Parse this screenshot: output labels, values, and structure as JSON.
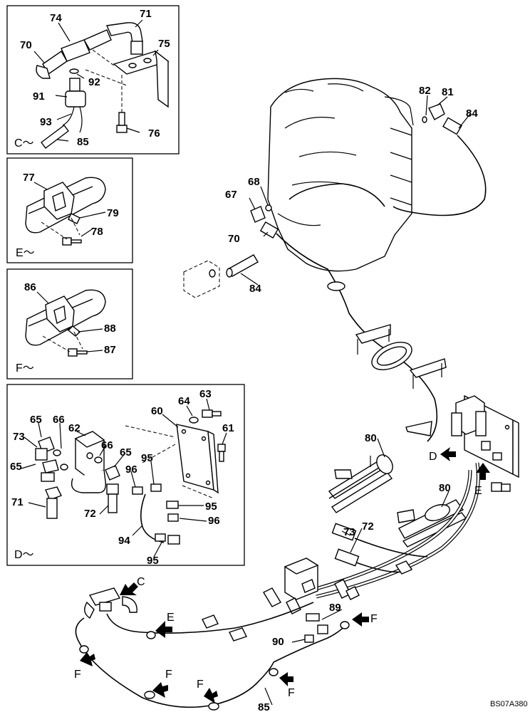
{
  "diagram_code": "BS07A380",
  "inset_c": {
    "label": "C～",
    "part_numbers": [
      "74",
      "71",
      "70",
      "75",
      "92",
      "91",
      "93",
      "76",
      "85"
    ]
  },
  "inset_e": {
    "label": "E～",
    "part_numbers": [
      "77",
      "79",
      "78"
    ]
  },
  "inset_f": {
    "label": "F～",
    "part_numbers": [
      "86",
      "88",
      "87"
    ]
  },
  "inset_d": {
    "label": "D～",
    "part_numbers": [
      "63",
      "64",
      "60",
      "61",
      "65",
      "66",
      "62",
      "66",
      "73",
      "65",
      "95",
      "65",
      "96",
      "71",
      "72",
      "95",
      "94",
      "96",
      "95"
    ]
  },
  "main": {
    "part_numbers": [
      "82",
      "81",
      "84",
      "68",
      "67",
      "70",
      "84",
      "80",
      "80",
      "73",
      "72",
      "89",
      "90",
      "85"
    ],
    "view_arrows": [
      "D",
      "E",
      "C",
      "E",
      "F",
      "F",
      "F",
      "F",
      "F"
    ]
  }
}
